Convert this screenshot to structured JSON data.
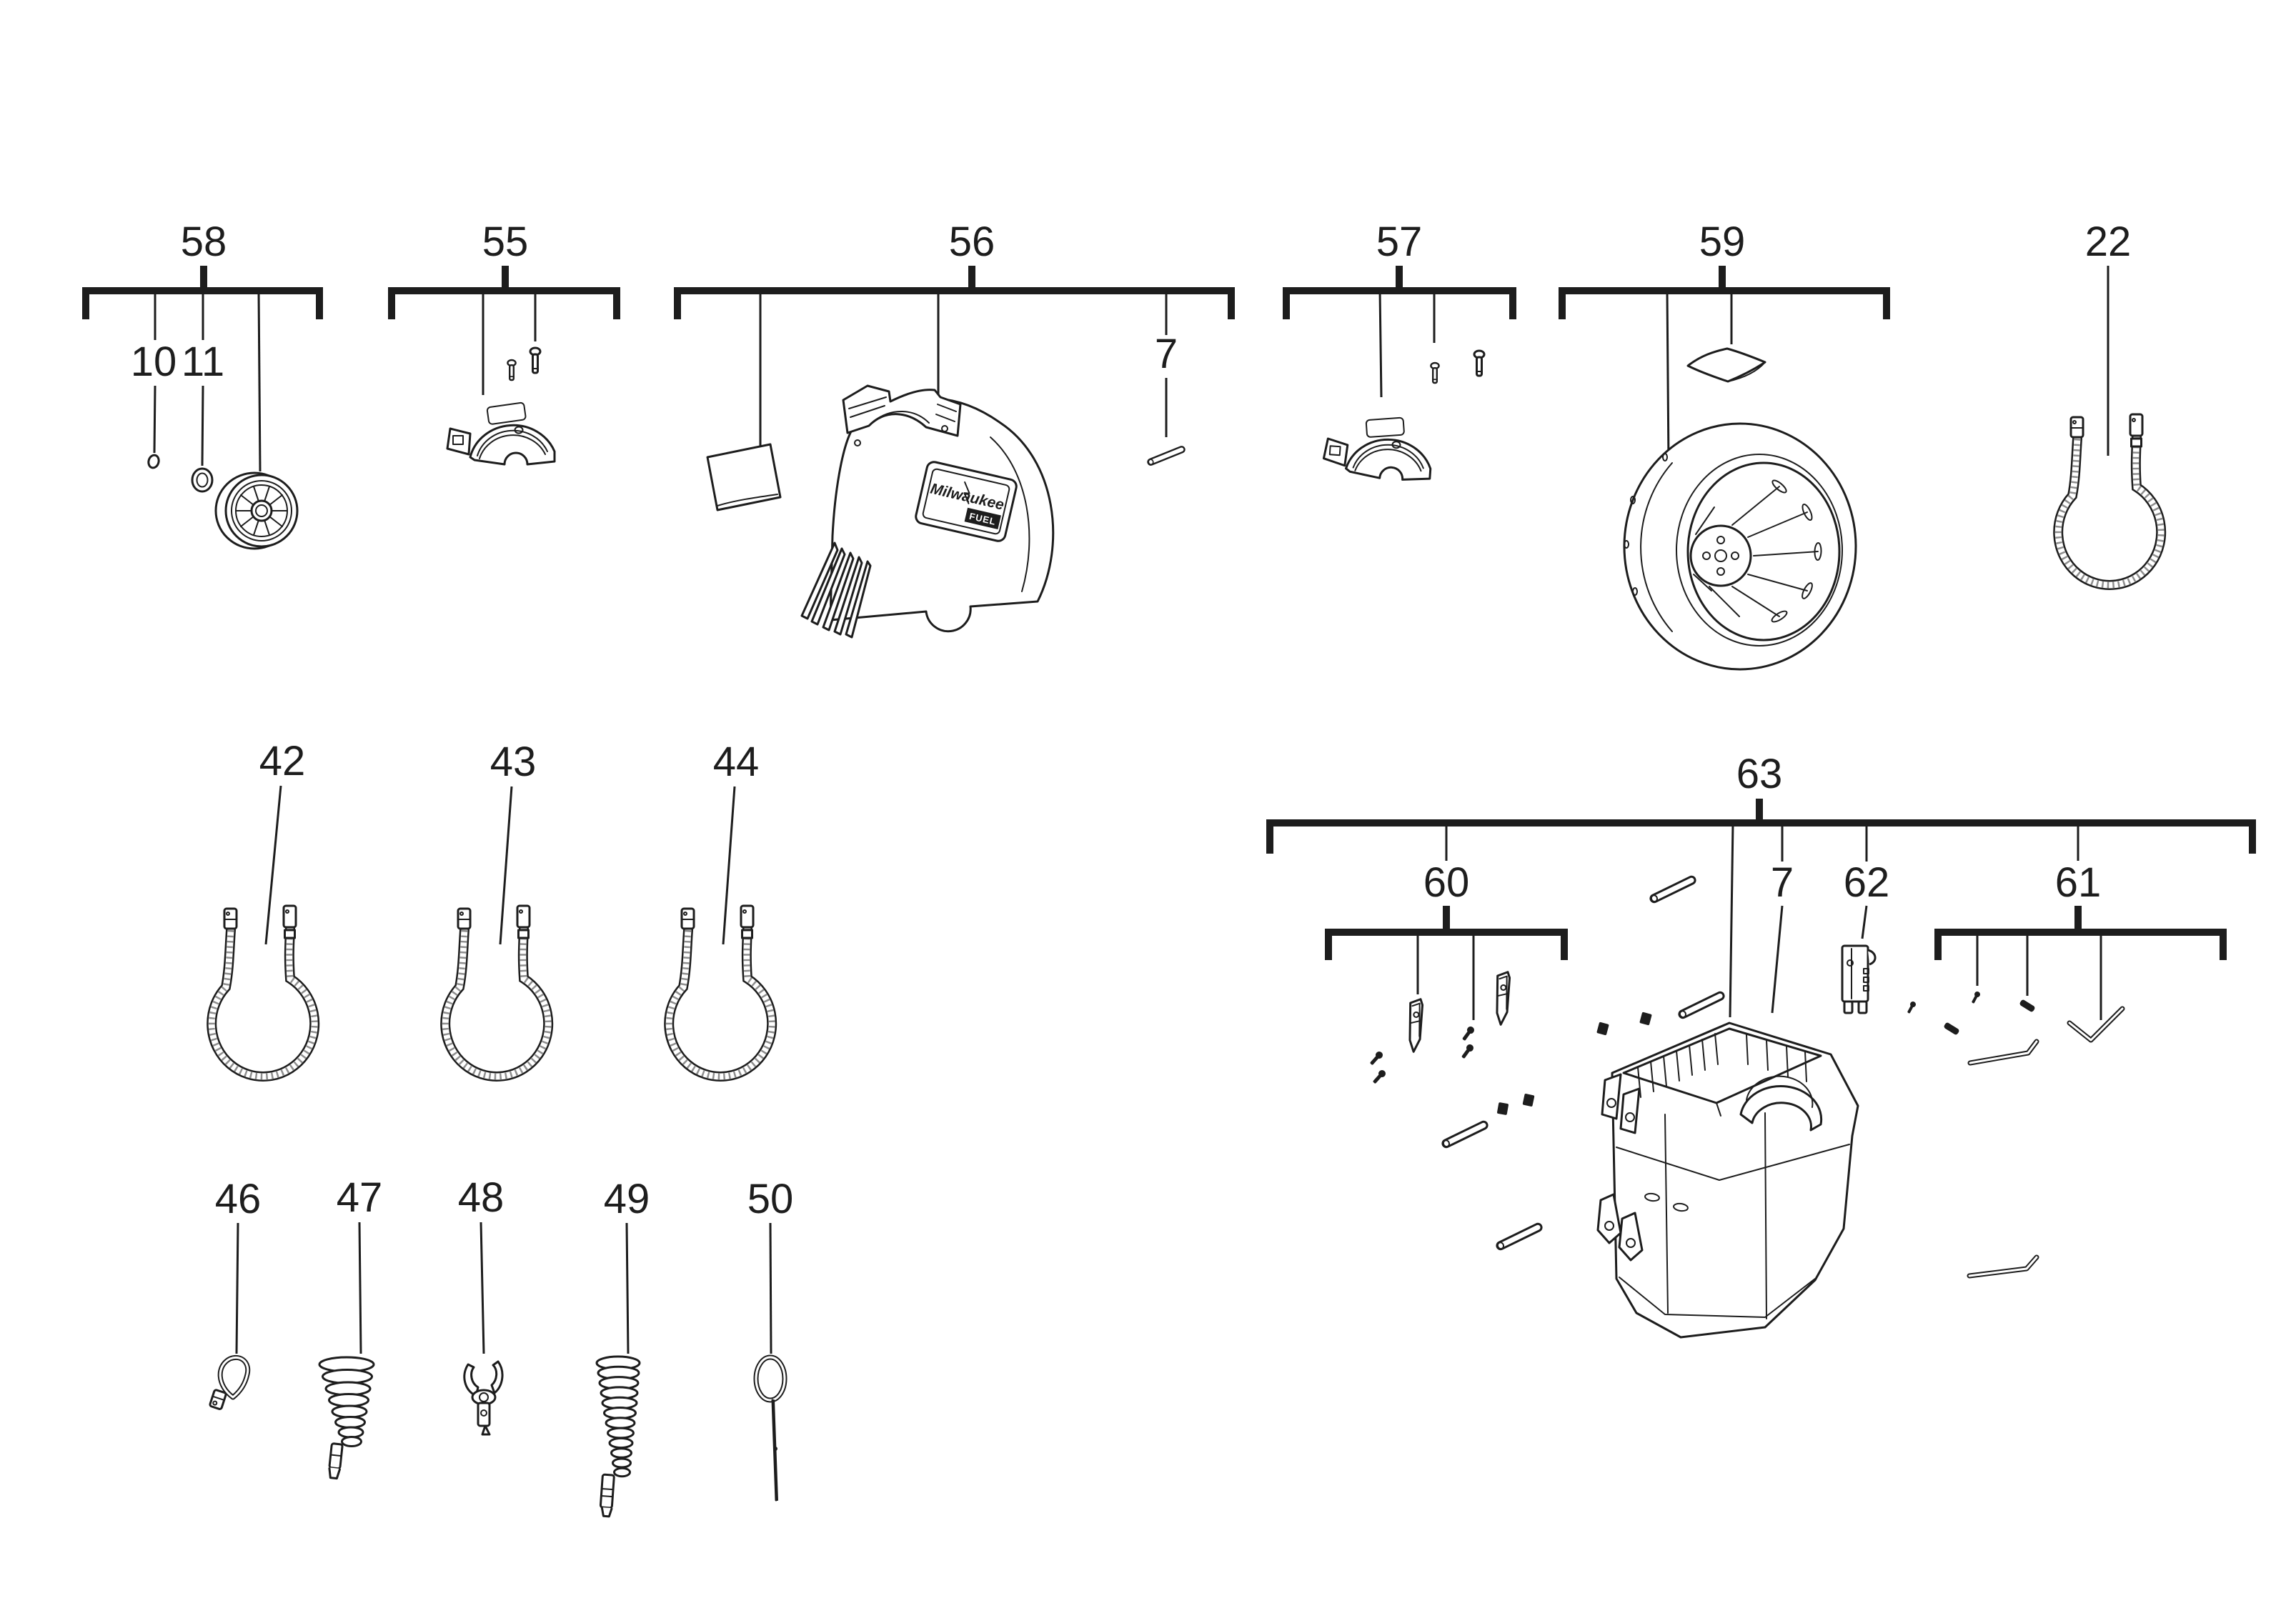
{
  "meta": {
    "diagram_type": "exploded-parts-diagram",
    "background_color": "#ffffff",
    "ink_color": "#1d1d1d"
  },
  "branding": {
    "logo": "Milwaukee",
    "badge": "FUEL"
  },
  "callouts": {
    "58": "58",
    "10": "10",
    "11": "11",
    "55": "55",
    "56": "56",
    "7": "7",
    "57": "57",
    "59": "59",
    "22": "22",
    "42": "42",
    "43": "43",
    "44": "44",
    "46": "46",
    "47": "47",
    "48": "48",
    "49": "49",
    "50": "50",
    "63": "63",
    "60": "60",
    "62": "62",
    "61": "61"
  },
  "groups": [
    {
      "callout": "58",
      "sub_callouts": [
        "10",
        "11"
      ],
      "parts": [
        "o-ring",
        "washer",
        "wheel"
      ]
    },
    {
      "callout": "55",
      "parts": [
        "bearing-clamp-cover",
        "screw",
        "screw"
      ]
    },
    {
      "callout": "56",
      "sub_callouts": [
        "7"
      ],
      "parts": [
        "warning-label",
        "drum-shroud-housing",
        "roll-pin"
      ]
    },
    {
      "callout": "57",
      "parts": [
        "bearing-clamp-cover",
        "screw",
        "screw"
      ]
    },
    {
      "callout": "59",
      "parts": [
        "cable-drum",
        "diamond-label"
      ]
    },
    {
      "callout": "22",
      "parts": [
        "drain-cable"
      ]
    },
    {
      "callout": "42",
      "parts": [
        "drain-cable"
      ]
    },
    {
      "callout": "43",
      "parts": [
        "drain-cable"
      ]
    },
    {
      "callout": "44",
      "parts": [
        "drain-cable"
      ]
    },
    {
      "callout": "46",
      "parts": [
        "drop-head-auger"
      ]
    },
    {
      "callout": "47",
      "parts": [
        "cone-auger"
      ]
    },
    {
      "callout": "48",
      "parts": [
        "claw-cutter"
      ]
    },
    {
      "callout": "49",
      "parts": [
        "spiral-auger"
      ]
    },
    {
      "callout": "50",
      "parts": [
        "loop-retrieval-tool"
      ]
    },
    {
      "callout": "63",
      "sub_callouts": [
        "60",
        "7",
        "62",
        "61"
      ],
      "parts": [
        "tank",
        "guide-blade",
        "guide-blade",
        "screws",
        "square-nuts",
        "roll-pins",
        "latch-clip",
        "set-screws",
        "hex-keys"
      ]
    }
  ]
}
